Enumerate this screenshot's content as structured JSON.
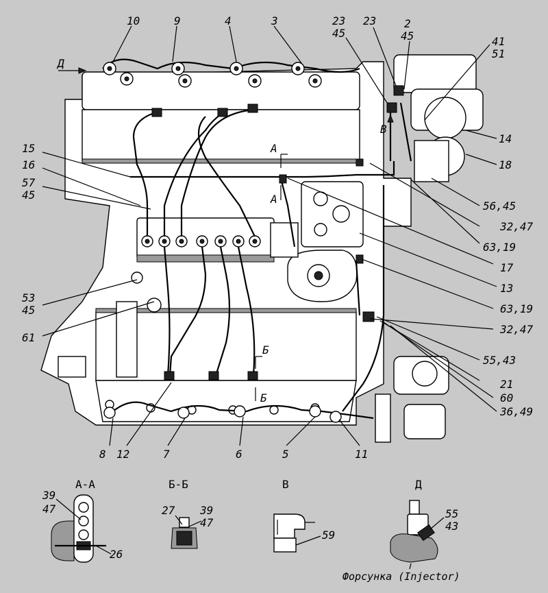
{
  "labels": [
    {
      "text": "10",
      "name": "callout-10"
    },
    {
      "text": "9",
      "name": "callout-9"
    },
    {
      "text": "4",
      "name": "callout-4"
    },
    {
      "text": "3",
      "name": "callout-3"
    },
    {
      "text": "23",
      "name": "callout-23-a"
    },
    {
      "text": "45",
      "name": "callout-45-a"
    },
    {
      "text": "23",
      "name": "callout-23-b"
    },
    {
      "text": "2",
      "name": "callout-2"
    },
    {
      "text": "45",
      "name": "callout-45-b"
    },
    {
      "text": "41",
      "name": "callout-41"
    },
    {
      "text": "51",
      "name": "callout-51"
    },
    {
      "text": "Д",
      "name": "view-arrow-d"
    },
    {
      "text": "В",
      "name": "view-arrow-v"
    },
    {
      "text": "14",
      "name": "callout-14"
    },
    {
      "text": "18",
      "name": "callout-18"
    },
    {
      "text": "15",
      "name": "callout-15"
    },
    {
      "text": "16",
      "name": "callout-16"
    },
    {
      "text": "57",
      "name": "callout-57"
    },
    {
      "text": "45",
      "name": "callout-45-c"
    },
    {
      "text": "А",
      "name": "section-mark-a-top"
    },
    {
      "text": "А",
      "name": "section-mark-a-bottom"
    },
    {
      "text": "56,45",
      "name": "callout-56-45"
    },
    {
      "text": "32,47",
      "name": "callout-32-47-a"
    },
    {
      "text": "63,19",
      "name": "callout-63-19-a"
    },
    {
      "text": "17",
      "name": "callout-17"
    },
    {
      "text": "13",
      "name": "callout-13"
    },
    {
      "text": "63,19",
      "name": "callout-63-19-b"
    },
    {
      "text": "32,47",
      "name": "callout-32-47-b"
    },
    {
      "text": "53",
      "name": "callout-53"
    },
    {
      "text": "45",
      "name": "callout-45-d"
    },
    {
      "text": "61",
      "name": "callout-61"
    },
    {
      "text": "Б",
      "name": "section-mark-b-top"
    },
    {
      "text": "Б",
      "name": "section-mark-b-bottom"
    },
    {
      "text": "55,43",
      "name": "callout-55-43"
    },
    {
      "text": "21",
      "name": "callout-21"
    },
    {
      "text": "60",
      "name": "callout-60"
    },
    {
      "text": "36,49",
      "name": "callout-36-49"
    },
    {
      "text": "8",
      "name": "callout-8"
    },
    {
      "text": "12",
      "name": "callout-12"
    },
    {
      "text": "7",
      "name": "callout-7"
    },
    {
      "text": "6",
      "name": "callout-6"
    },
    {
      "text": "5",
      "name": "callout-5"
    },
    {
      "text": "11",
      "name": "callout-11"
    }
  ],
  "sections": {
    "aa": {
      "title": "А-А",
      "labels": [
        "39",
        "47",
        "26"
      ]
    },
    "bb": {
      "title": "Б-Б",
      "labels": [
        "27",
        "39",
        "47"
      ]
    },
    "v": {
      "title": "В",
      "labels": [
        "59"
      ]
    },
    "d": {
      "title": "Д",
      "labels": [
        "55",
        "43"
      ]
    }
  },
  "caption": "Форсунка (Injector)"
}
